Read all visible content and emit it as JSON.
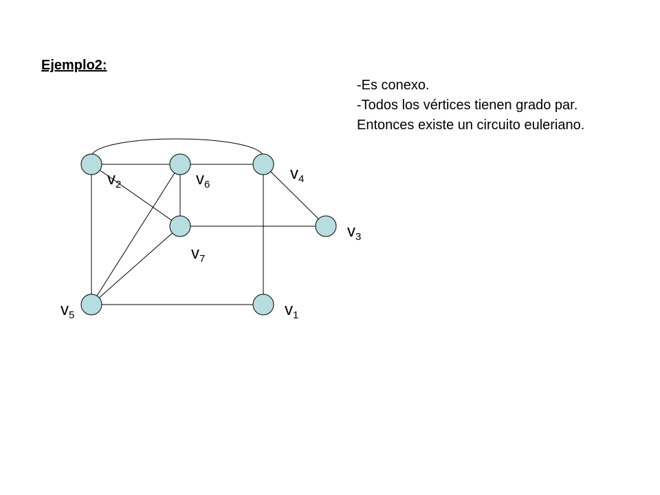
{
  "slide": {
    "title": "Ejemplo2:",
    "notes": [
      "-Es conexo.",
      "-Todos los vértices tienen grado par.",
      "Entonces existe un circuito euleriano."
    ]
  },
  "graph": {
    "vertex_fill": "#b7dde0",
    "vertices": [
      {
        "id": "v1",
        "letter": "v",
        "sub": "1"
      },
      {
        "id": "v2",
        "letter": "v",
        "sub": "2"
      },
      {
        "id": "v3",
        "letter": "v",
        "sub": "3"
      },
      {
        "id": "v4",
        "letter": "v",
        "sub": "4"
      },
      {
        "id": "v5",
        "letter": "v",
        "sub": "5"
      },
      {
        "id": "v6",
        "letter": "v",
        "sub": "6"
      },
      {
        "id": "v7",
        "letter": "v",
        "sub": "7"
      }
    ],
    "edges": [
      [
        "v2",
        "v4"
      ],
      [
        "v2",
        "v6"
      ],
      [
        "v6",
        "v4"
      ],
      [
        "v2",
        "v7"
      ],
      [
        "v6",
        "v7"
      ],
      [
        "v4",
        "v3"
      ],
      [
        "v7",
        "v3"
      ],
      [
        "v2",
        "v5"
      ],
      [
        "v6",
        "v5"
      ],
      [
        "v7",
        "v5"
      ],
      [
        "v4",
        "v1"
      ],
      [
        "v5",
        "v1"
      ]
    ]
  }
}
